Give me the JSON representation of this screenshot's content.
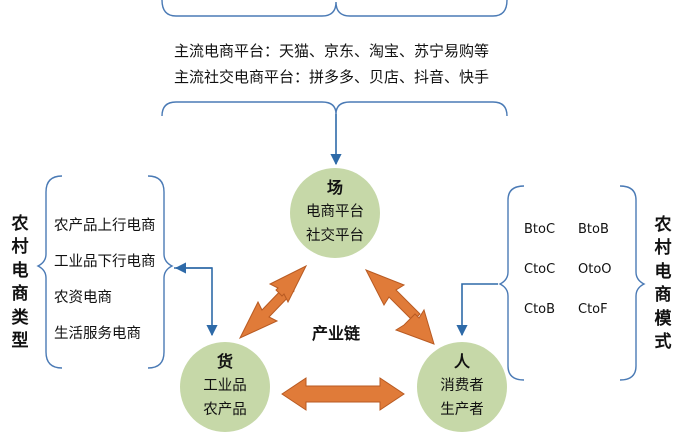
{
  "platforms": {
    "line1": "主流电商平台：天猫、京东、淘宝、苏宁易购等",
    "line2": "主流社交电商平台：拼多多、贝店、抖音、快手"
  },
  "types": {
    "title": "农村电商类型",
    "items": [
      "农产品上行电商",
      "工业品下行电商",
      "农资电商",
      "生活服务电商"
    ]
  },
  "modes": {
    "title": "农村电商模式",
    "items": [
      "BtoC",
      "BtoB",
      "CtoC",
      "OtoO",
      "CtoB",
      "CtoF"
    ]
  },
  "nodes": {
    "place": {
      "title": "场",
      "line1": "电商平台",
      "line2": "社交平台"
    },
    "goods": {
      "title": "货",
      "line1": "工业品",
      "line2": "农产品"
    },
    "people": {
      "title": "人",
      "line1": "消费者",
      "line2": "生产者"
    }
  },
  "center_label": "产业链",
  "colors": {
    "circle_fill": "#c6d8a8",
    "arrow_fill": "#e07b39",
    "arrow_stroke": "#b85a22",
    "brace": "#4a7ab5",
    "connector": "#2e6aa8"
  }
}
